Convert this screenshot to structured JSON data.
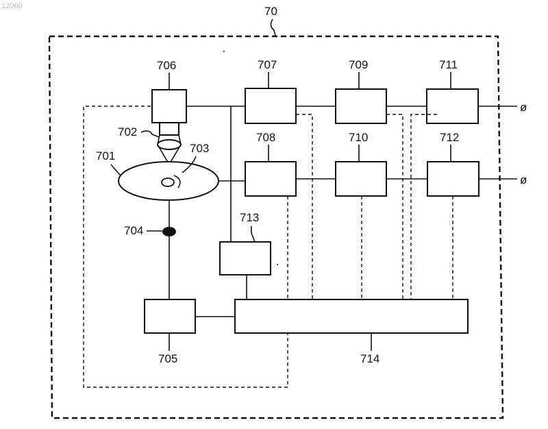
{
  "figure": {
    "corner_text": "12060",
    "system_label": "70",
    "phi_symbol": "ø"
  },
  "labels": {
    "l701": "701",
    "l702": "702",
    "l703": "703",
    "l704": "704",
    "l705": "705",
    "l706": "706",
    "l707": "707",
    "l708": "708",
    "l709": "709",
    "l710": "710",
    "l711": "711",
    "l712": "712",
    "l713": "713",
    "l714": "714"
  }
}
